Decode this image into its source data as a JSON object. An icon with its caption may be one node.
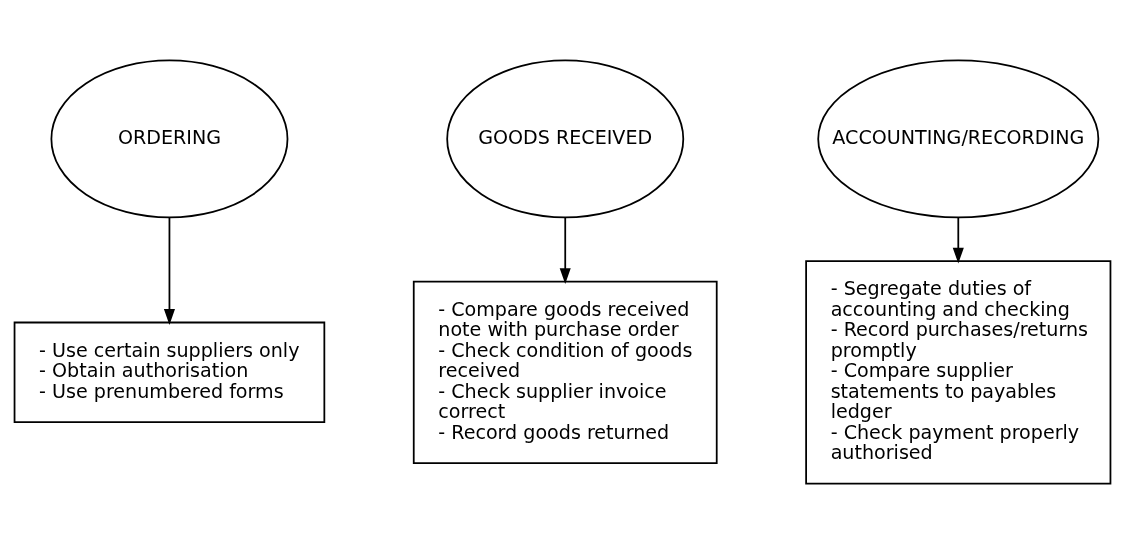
{
  "diagram": {
    "nodes": [
      {
        "text": [
          "ORDERING"
        ]
      },
      {
        "text": [
          "GOODS RECEIVED"
        ]
      },
      {
        "text": [
          "ACCOUNTING/RECORDING"
        ]
      },
      {
        "text": [
          "- Use certain suppliers only",
          "- Obtain authorisation",
          "- Use prenumbered forms"
        ]
      },
      {
        "text": [
          "- Compare goods received note with purchase order",
          "- Check condition of goods received",
          "- Check supplier invoice correct",
          "- Record goods returned"
        ]
      },
      {
        "text": [
          "- Segregate duties of accounting and checking",
          "- Record purchases/returns promptly",
          "- Compare supplier statements to payables ledger",
          "- Check payment properly authorised"
        ]
      }
    ],
    "edges": [
      {
        "from": 0,
        "to": 3,
        "arrow": "to"
      },
      {
        "from": 1,
        "to": 4,
        "arrow": "to"
      },
      {
        "from": 2,
        "to": 5,
        "arrow": "to"
      }
    ]
  }
}
